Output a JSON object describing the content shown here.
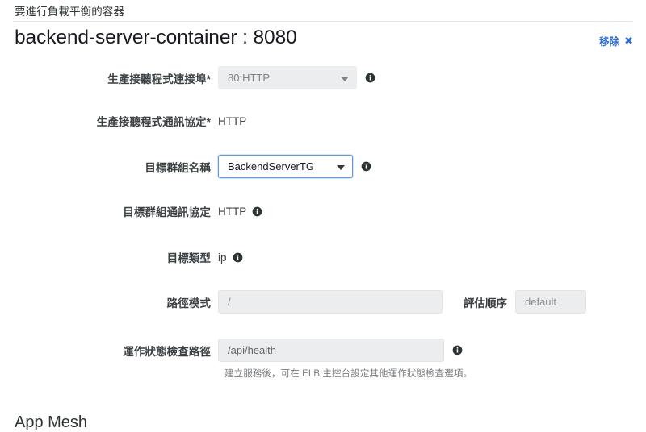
{
  "section": {
    "caption": "要進行負載平衡的容器"
  },
  "container": {
    "title": "backend-server-container : 8080",
    "remove_label": "移除",
    "remove_icon_glyph": "✖"
  },
  "colors": {
    "link_blue": "#2f6bd1",
    "focus_border": "#5c9ae8",
    "disabled_bg": "#ecedee",
    "label_text": "#3b4043",
    "helper_text": "#777c80"
  },
  "fields": {
    "production_port": {
      "label": "生產接聽程式連接埠*",
      "value": "80:HTTP",
      "state": "disabled",
      "has_info": true
    },
    "production_protocol": {
      "label": "生產接聽程式通訊協定*",
      "value": "HTTP",
      "has_info": false
    },
    "target_group_name": {
      "label": "目標群組名稱",
      "value": "BackendServerTG",
      "state": "active",
      "has_info": true
    },
    "target_group_protocol": {
      "label": "目標群組通訊協定",
      "value": "HTTP",
      "has_info": true
    },
    "target_type": {
      "label": "目標類型",
      "value": "ip",
      "has_info": true
    },
    "path_pattern": {
      "label": "路徑模式",
      "value": "/",
      "state": "disabled",
      "has_info": false
    },
    "evaluation_order": {
      "label": "評估順序",
      "value": "default",
      "state": "disabled"
    },
    "health_check_path": {
      "label": "運作狀態檢查路徑",
      "value": "/api/health",
      "state": "disabled",
      "has_info": true,
      "helper_text": "建立服務後，可在 ELB 主控台設定其他運作狀態檢查選項。"
    }
  },
  "next_section": {
    "heading": "App Mesh"
  }
}
